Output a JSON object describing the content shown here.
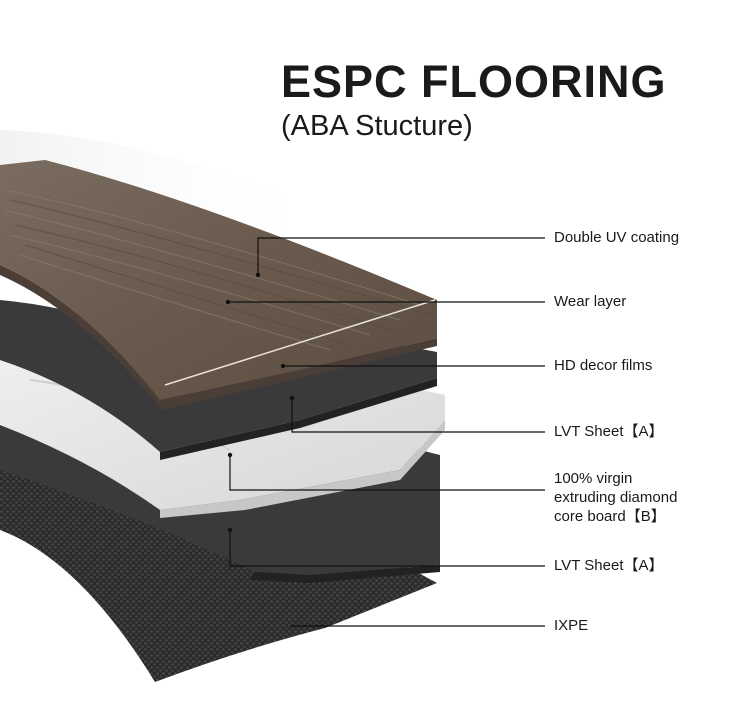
{
  "header": {
    "title": "ESPC FLOORING",
    "subtitle": "(ABA Stucture)"
  },
  "layers": [
    {
      "id": "uv",
      "lines": [
        "Double UV coating"
      ]
    },
    {
      "id": "wear",
      "lines": [
        "Wear layer"
      ]
    },
    {
      "id": "decor",
      "lines": [
        "HD decor films"
      ]
    },
    {
      "id": "lvt-top",
      "lines": [
        "LVT Sheet【A】"
      ]
    },
    {
      "id": "core",
      "lines": [
        "100% virgin",
        "extruding diamond",
        "core board【B】"
      ]
    },
    {
      "id": "lvt-bot",
      "lines": [
        "LVT Sheet【A】"
      ]
    },
    {
      "id": "ixpe",
      "lines": [
        "IXPE"
      ]
    }
  ],
  "colors": {
    "wood": "#6b5d52",
    "lvt": "#3a3a3c",
    "core": "#e4e4e2",
    "ixpe": "#2a2a2a",
    "text": "#1a1a1a"
  }
}
